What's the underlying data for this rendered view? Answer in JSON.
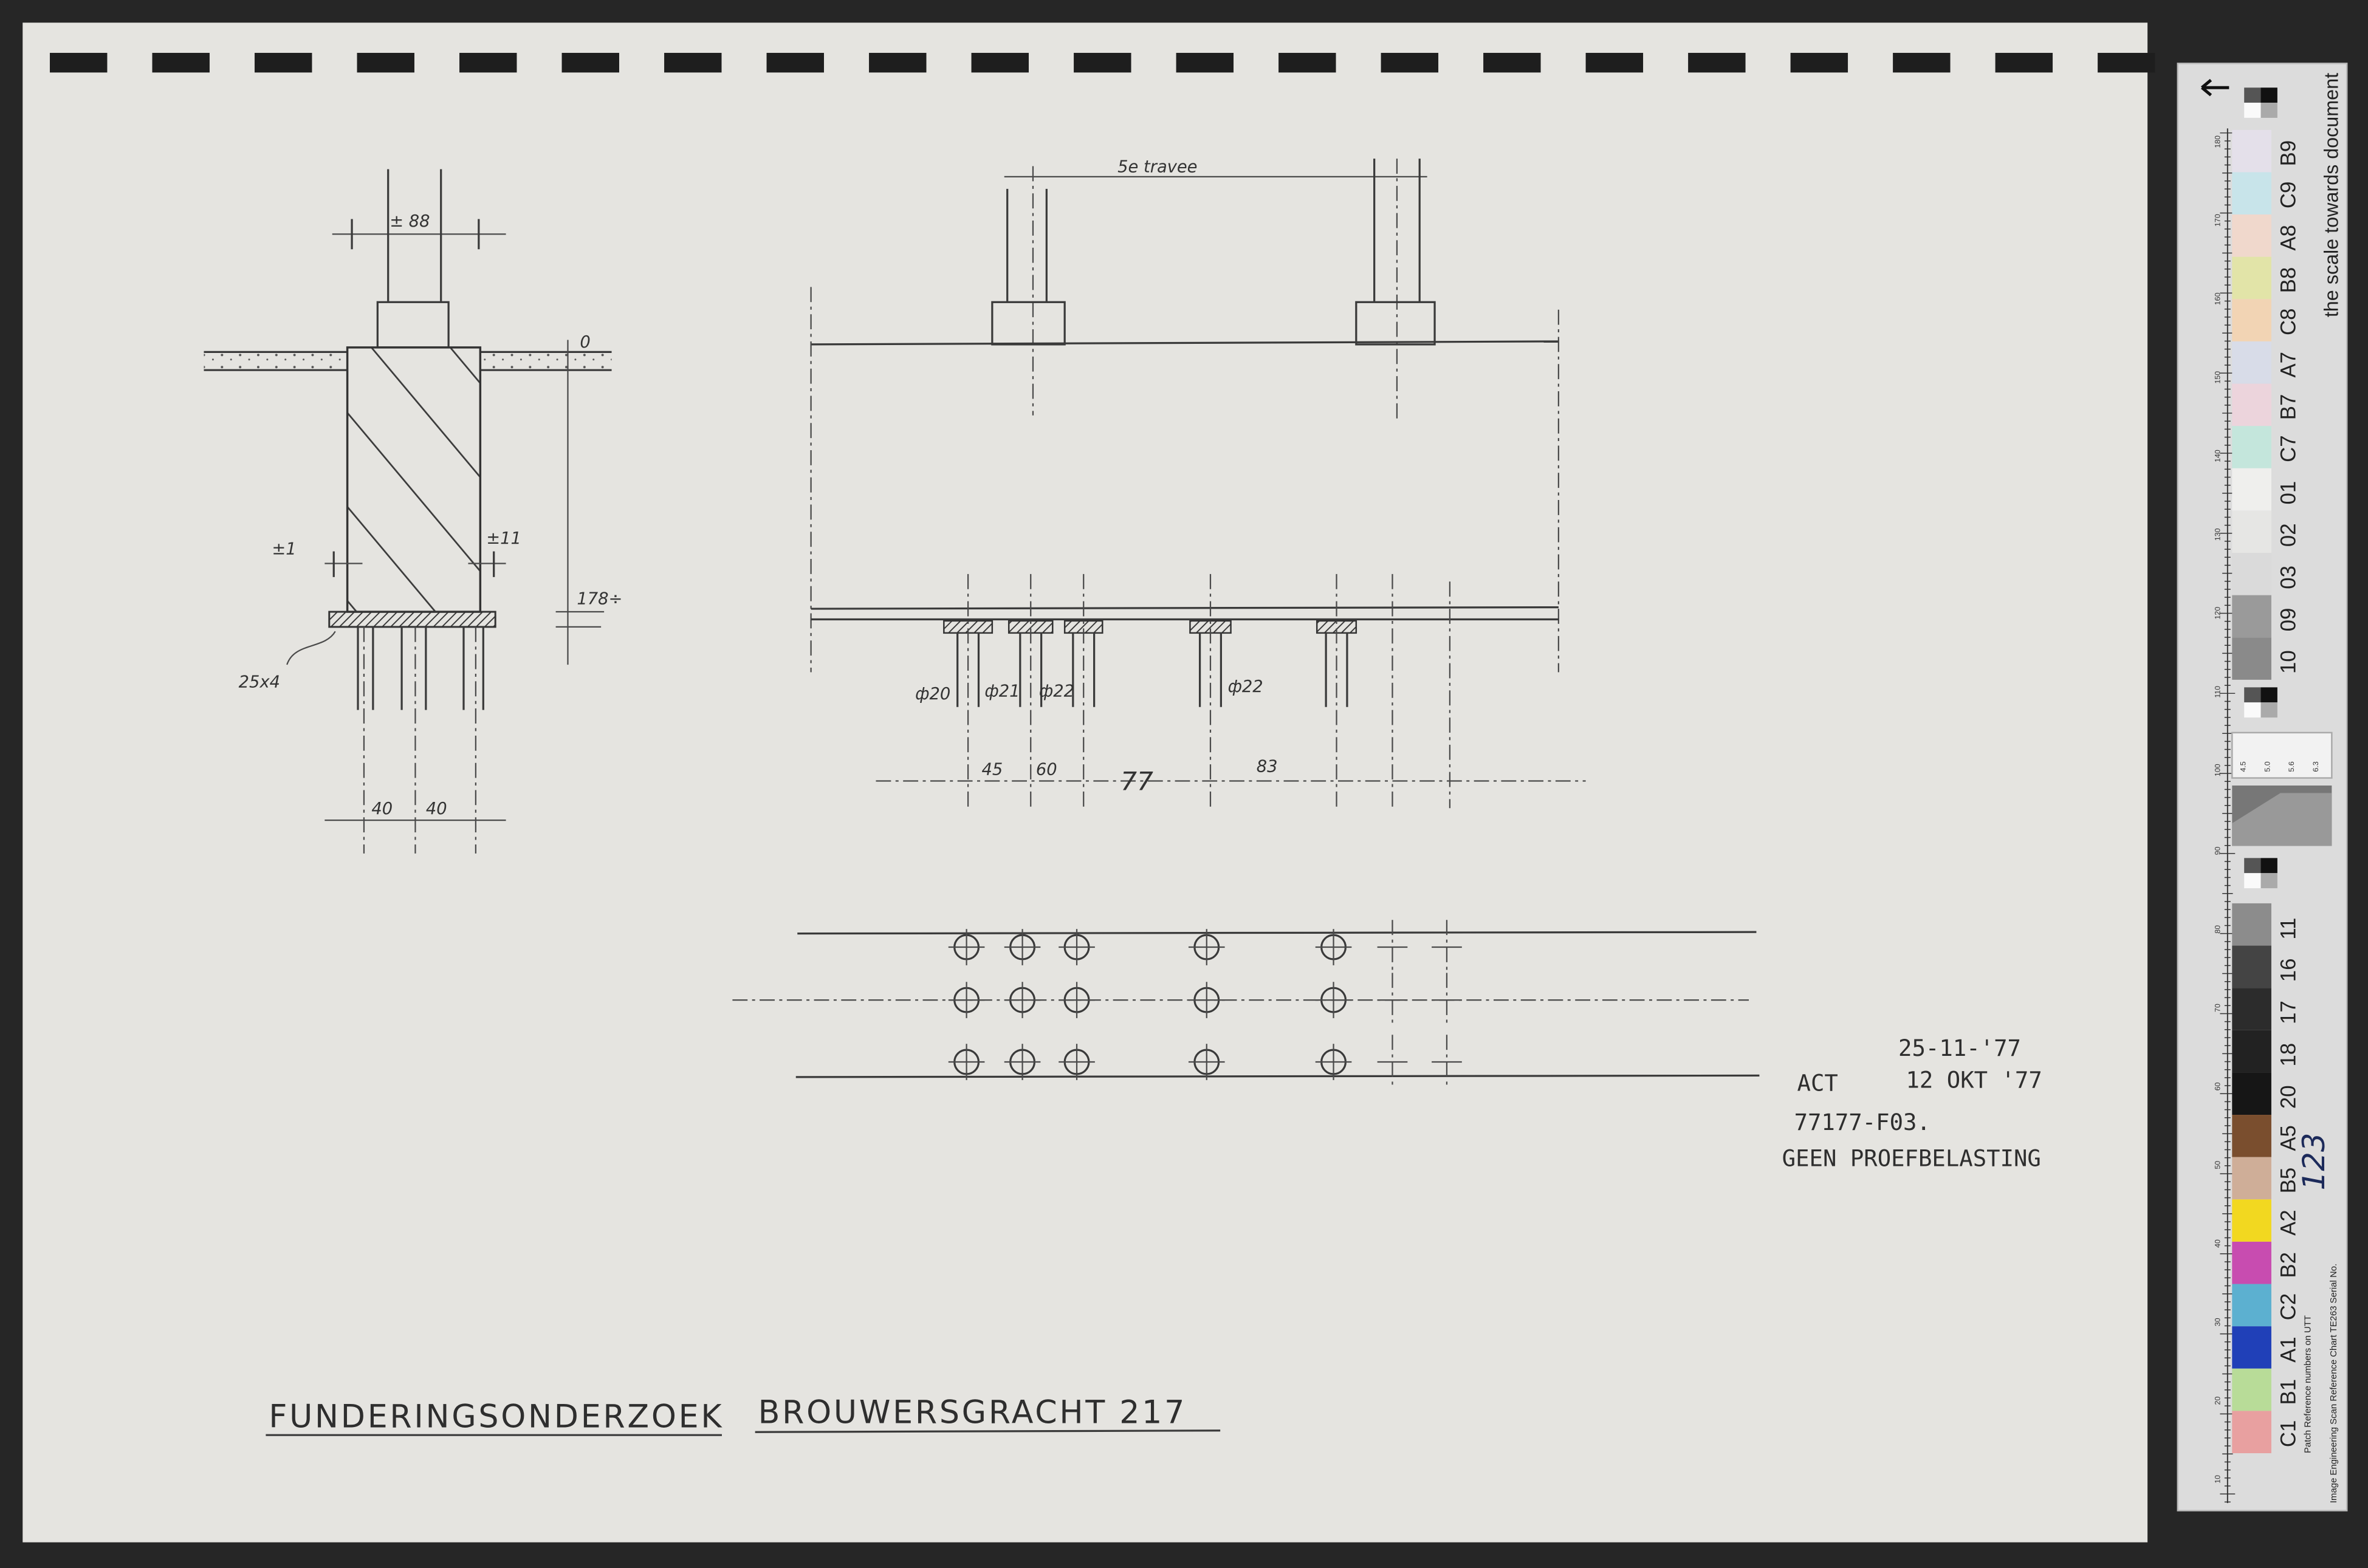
{
  "drawing": {
    "title_part1": "FUNDERINGSONDERZOEK",
    "title_part2": "BROUWERSGRACHT 217",
    "section_left": {
      "width_label": "± 88",
      "level_zero": "0",
      "left_offset": "±1",
      "right_offset": "±11",
      "depth_label": "178÷",
      "plank_label": "25x4",
      "pile_spacing": [
        "40",
        "40"
      ]
    },
    "section_middle": {
      "span_label": "5e travee",
      "pile_diameters": [
        "ф20",
        "ф21",
        "ф22",
        "ф22"
      ],
      "pile_spacing": [
        "45",
        "60",
        "77",
        "83"
      ]
    },
    "stamps": {
      "date_1": "25-11-'77",
      "act": "ACT",
      "date_2": "12 OKT '77",
      "reference": "77177-F03.",
      "note": "GEEN PROEFBELASTING"
    }
  },
  "scan_chart": {
    "caption": "the scale towards document",
    "top_patches": [
      {
        "label": "B9",
        "color": "#e4e0ea"
      },
      {
        "label": "C9",
        "color": "#c8e4ea"
      },
      {
        "label": "A8",
        "color": "#f0d8cc"
      },
      {
        "label": "B8",
        "color": "#e2e4a8"
      },
      {
        "label": "C8",
        "color": "#f2d4b4"
      },
      {
        "label": "A7",
        "color": "#d8dce8"
      },
      {
        "label": "B7",
        "color": "#ecd4dc"
      },
      {
        "label": "C7",
        "color": "#c4e6dc"
      },
      {
        "label": "01",
        "color": "#efefed"
      },
      {
        "label": "02",
        "color": "#e6e6e4"
      },
      {
        "label": "03",
        "color": "#dadada"
      },
      {
        "label": "09",
        "color": "#9a9a9a"
      },
      {
        "label": "10",
        "color": "#8a8a8a"
      }
    ],
    "bottom_patches": [
      {
        "label": "11",
        "color": "#8c8c8c"
      },
      {
        "label": "16",
        "color": "#444444"
      },
      {
        "label": "17",
        "color": "#2c2c2c"
      },
      {
        "label": "18",
        "color": "#222222"
      },
      {
        "label": "20",
        "color": "#161616"
      },
      {
        "label": "A5",
        "color": "#7a4e2e"
      },
      {
        "label": "B5",
        "color": "#cfae98"
      },
      {
        "label": "A2",
        "color": "#f2d820"
      },
      {
        "label": "B2",
        "color": "#c84cb0"
      },
      {
        "label": "C2",
        "color": "#5cb0d0"
      },
      {
        "label": "A1",
        "color": "#2040b8"
      },
      {
        "label": "B1",
        "color": "#b8dc98"
      },
      {
        "label": "C1",
        "color": "#e8a0a0"
      }
    ],
    "resolution_labels": [
      "4.5",
      "5.0",
      "5.6",
      "6.3"
    ],
    "ruler_labels": [
      "180",
      "170",
      "160",
      "150",
      "140",
      "130",
      "120",
      "110",
      "100",
      "90",
      "80",
      "70",
      "60",
      "50",
      "40",
      "30",
      "20",
      "10"
    ],
    "serial_handwritten": "123",
    "patch_reference": "Patch Reference numbers on UTT",
    "chart_name": "Image Engineering  Scan Reference Chart  TE263  Serial No."
  }
}
